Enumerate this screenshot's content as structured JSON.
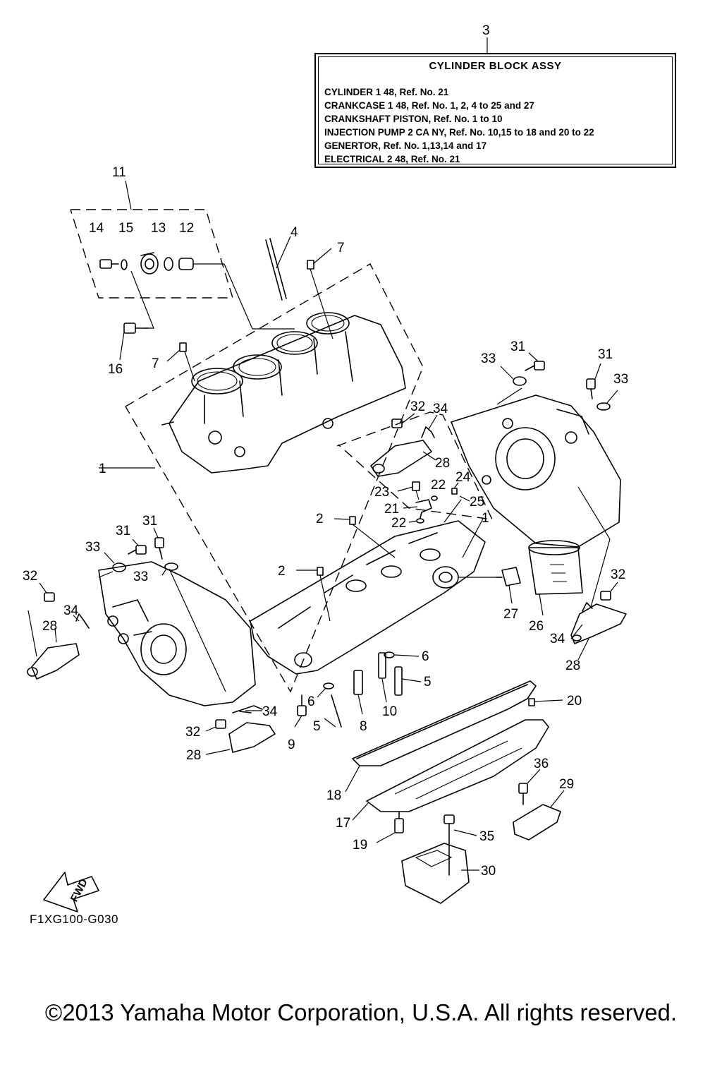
{
  "assembly_box": {
    "ref_number": "3",
    "title": "CYLINDER BLOCK ASSY",
    "lines": [
      "CYLINDER 1 48,  Ref. No. 21",
      "CRANKCASE 1 48,  Ref. No. 1, 2, 4 to 25 and 27",
      "CRANKSHAFT PISTON,  Ref. No. 1 to 10",
      "INJECTION PUMP 2 CA NY,  Ref. No. 10,15 to 18  and 20 to 22",
      "GENERTOR,  Ref. No. 1,13,14 and 17",
      "ELECTRICAL 2 48,  Ref. No. 21"
    ]
  },
  "callouts": {
    "c1": "1",
    "c1b": "1",
    "c2a": "2",
    "c2b": "2",
    "c3": "3",
    "c4": "4",
    "c5a": "5",
    "c5b": "5",
    "c6a": "6",
    "c6b": "6",
    "c7a": "7",
    "c7b": "7",
    "c8": "8",
    "c9": "9",
    "c10": "10",
    "c11": "11",
    "c12": "12",
    "c13": "13",
    "c14": "14",
    "c15": "15",
    "c16": "16",
    "c17": "17",
    "c18": "18",
    "c19": "19",
    "c20": "20",
    "c21": "21",
    "c22a": "22",
    "c22b": "22",
    "c23": "23",
    "c24": "24",
    "c25": "25",
    "c26": "26",
    "c27": "27",
    "c28a": "28",
    "c28b": "28",
    "c28c": "28",
    "c28d": "28",
    "c29": "29",
    "c30": "30",
    "c31a": "31",
    "c31b": "31",
    "c31c": "31",
    "c31d": "31",
    "c32a": "32",
    "c32b": "32",
    "c32c": "32",
    "c32d": "32",
    "c33a": "33",
    "c33b": "33",
    "c33c": "33",
    "c33d": "33",
    "c34a": "34",
    "c34b": "34",
    "c34c": "34",
    "c34d": "34",
    "c35": "35",
    "c36": "36"
  },
  "fwd_label": "FWD",
  "figure_code": "F1XG100-G030",
  "copyright": "©2013 Yamaha Motor Corporation, U.S.A. All rights reserved."
}
